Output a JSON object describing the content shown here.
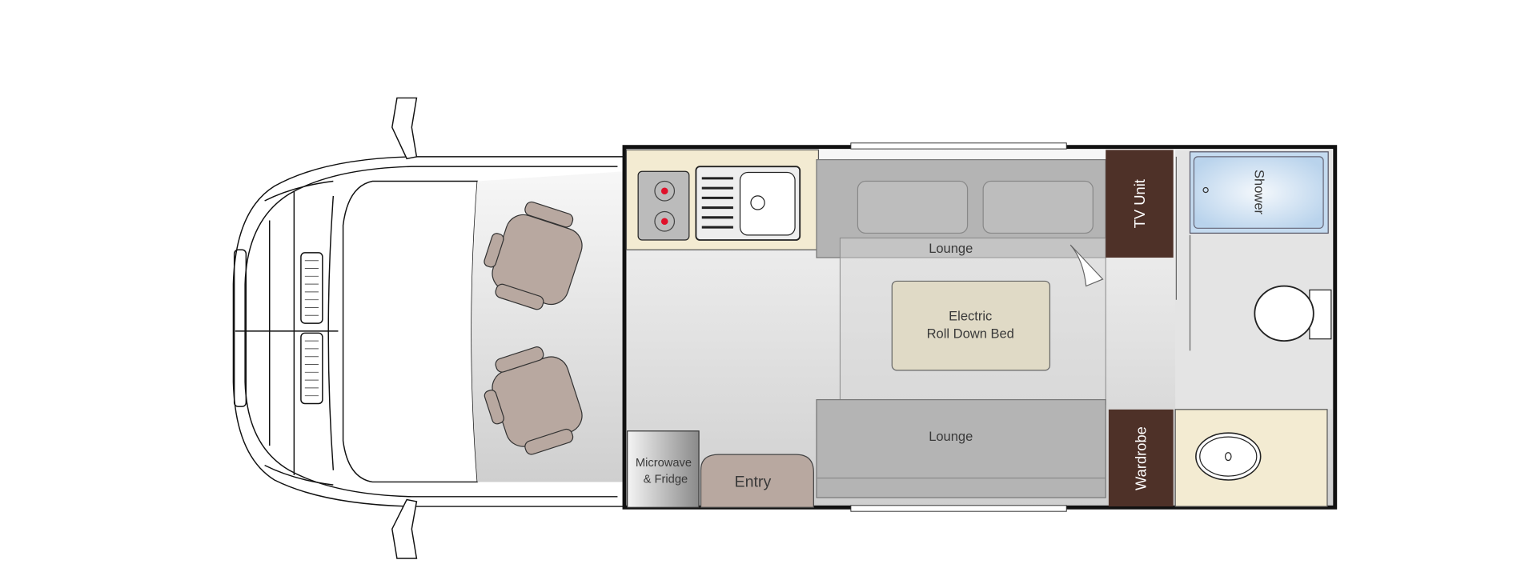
{
  "floorplan": {
    "kitchen": {
      "label": null
    },
    "lounge_front": {
      "label": "Lounge"
    },
    "lounge_rear": {
      "label": "Lounge"
    },
    "bed": {
      "line1": "Electric",
      "line2": "Roll Down Bed"
    },
    "tv_unit": {
      "label": "TV Unit"
    },
    "wardrobe": {
      "label": "Wardrobe"
    },
    "shower": {
      "label": "Shower"
    },
    "microwave_fridge": {
      "line1": "Microwave",
      "line2": "& Fridge"
    },
    "entry": {
      "label": "Entry"
    }
  },
  "colors": {
    "cabinet_brown": "#4e3128",
    "counter_cream": "#f3ebd2",
    "lounge_gray": "#b4b4b4",
    "bed_beige": "#e0dac6",
    "seat_taupe": "#b8a8a0",
    "shower_blue": "#c5dbf0",
    "burner_red": "#e0102a"
  }
}
